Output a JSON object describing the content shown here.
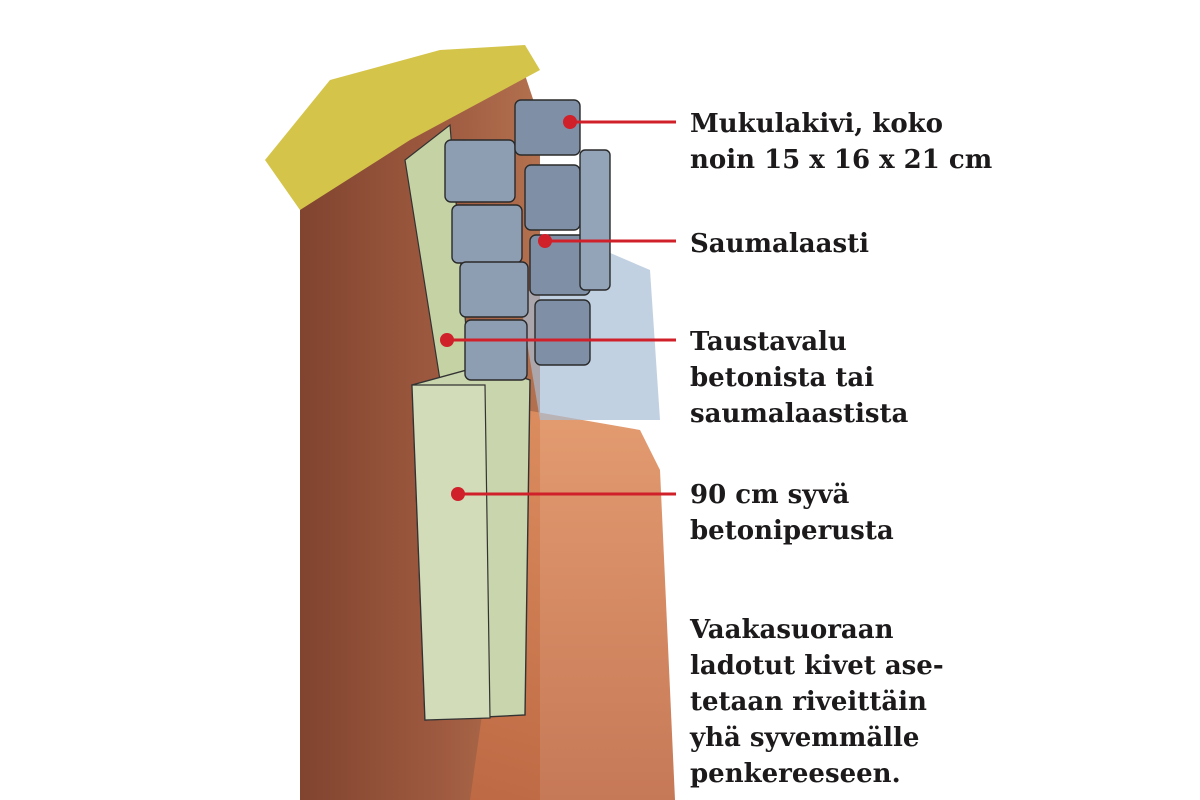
{
  "labels": [
    {
      "lines": [
        "Mukulakivi, koko",
        "noin 15 x 16 x 21 cm"
      ]
    },
    {
      "lines": [
        "Saumalaasti"
      ]
    },
    {
      "lines": [
        "Taustavalu",
        "betonista tai",
        "saumalaastista"
      ]
    },
    {
      "lines": [
        "90 cm syvä",
        "betoniperusta"
      ]
    }
  ],
  "note": {
    "lines": [
      "Vaakasuoraan",
      "ladotut kivet ase-",
      "tetaan riveittäin",
      "yhä syvemmälle",
      "penkereeseen."
    ]
  },
  "colors": {
    "leader": "#d0202a",
    "soil": "#8b4a32",
    "grass": "#d8c850",
    "concrete": "#c8d4a8",
    "stone": "#8c9cb0",
    "orange_soil": "#d8865a"
  }
}
